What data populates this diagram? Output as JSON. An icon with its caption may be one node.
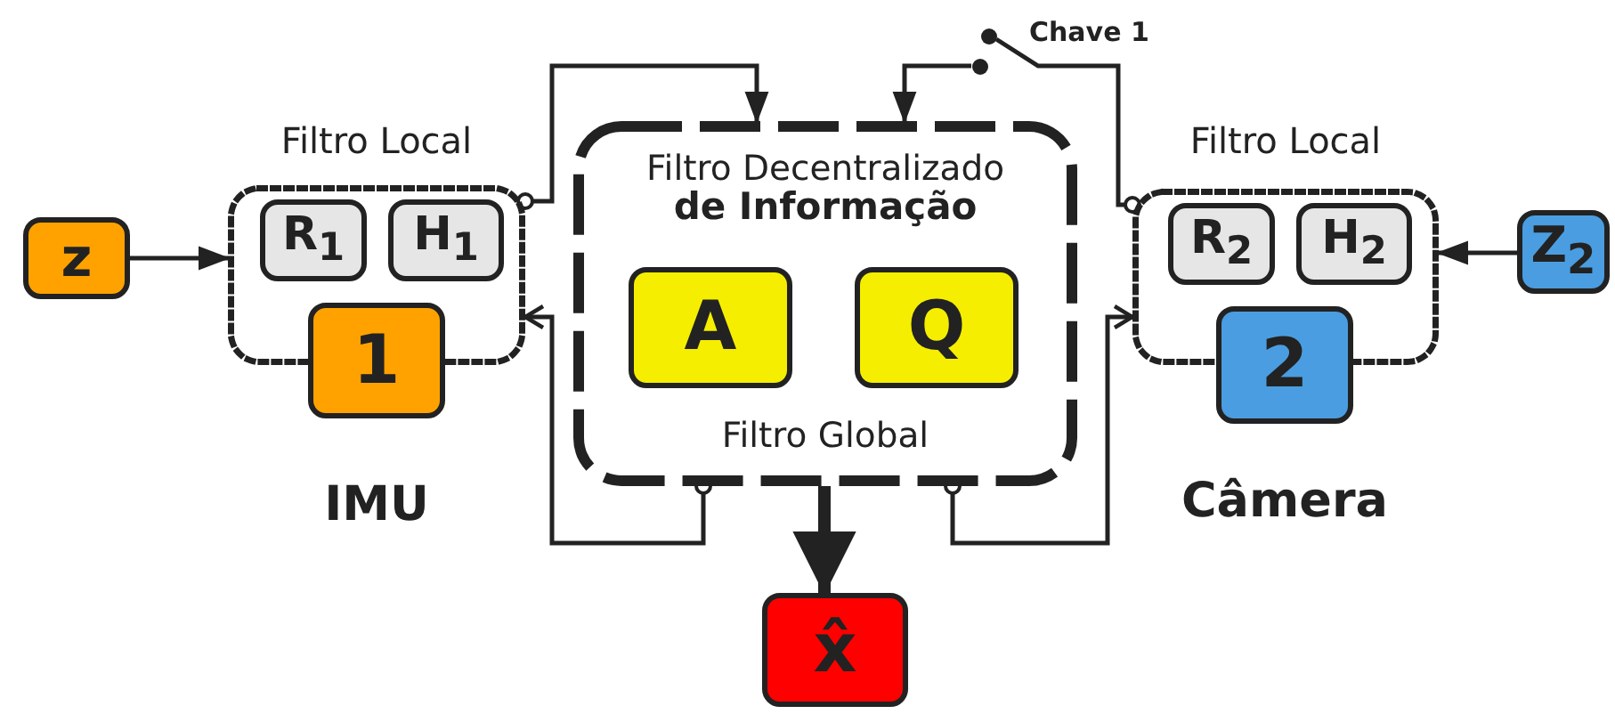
{
  "diagram": {
    "nodes": [
      {
        "text": [
          "z"
        ]
      },
      {
        "text": [
          "Filtro Local"
        ]
      },
      {
        "text": [
          "R$_{1}$"
        ],
        "in": 1
      },
      {
        "text": [
          "H$_{1}$"
        ],
        "in": 1
      },
      {
        "text": [
          "1"
        ],
        "beside": [
          "IMU"
        ]
      },
      {
        "text": [
          "Filtro Decentralizado **de Informação**",
          "Filtro Global"
        ]
      },
      {
        "text": [
          "A"
        ],
        "in": 5
      },
      {
        "text": [
          "Q"
        ],
        "in": 5
      },
      {
        "text": [
          "Filtro Local"
        ]
      },
      {
        "text": [
          "R$_{2}$"
        ],
        "in": 8
      },
      {
        "text": [
          "H$_{2}$"
        ],
        "in": 8
      },
      {
        "text": [
          "2"
        ],
        "beside": [
          "Câmera"
        ]
      },
      {
        "text": [
          "Z$_{2}$"
        ]
      },
      {
        "text": [
          "x̂"
        ]
      },
      {
        "text": [],
        "shape": "circle"
      },
      {
        "text": [],
        "shape": "circle"
      }
    ],
    "edges": [
      {
        "from": 0,
        "to": 1,
        "arrow": "to"
      },
      {
        "from": 12,
        "to": 8,
        "arrow": "to"
      },
      {
        "from": 1,
        "to": 5,
        "arrow": "to"
      },
      {
        "from": 5,
        "to": 1,
        "arrow": "to"
      },
      {
        "from": 5,
        "to": 8,
        "arrow": "to"
      },
      {
        "from": 8,
        "to": 14,
        "arrow": "other"
      },
      {
        "from": 15,
        "to": 5,
        "arrow": "to"
      },
      {
        "from": 5,
        "to": 13,
        "arrow": "to",
        "style": "thick"
      }
    ],
    "labels": [
      "Chave 1"
    ]
  }
}
